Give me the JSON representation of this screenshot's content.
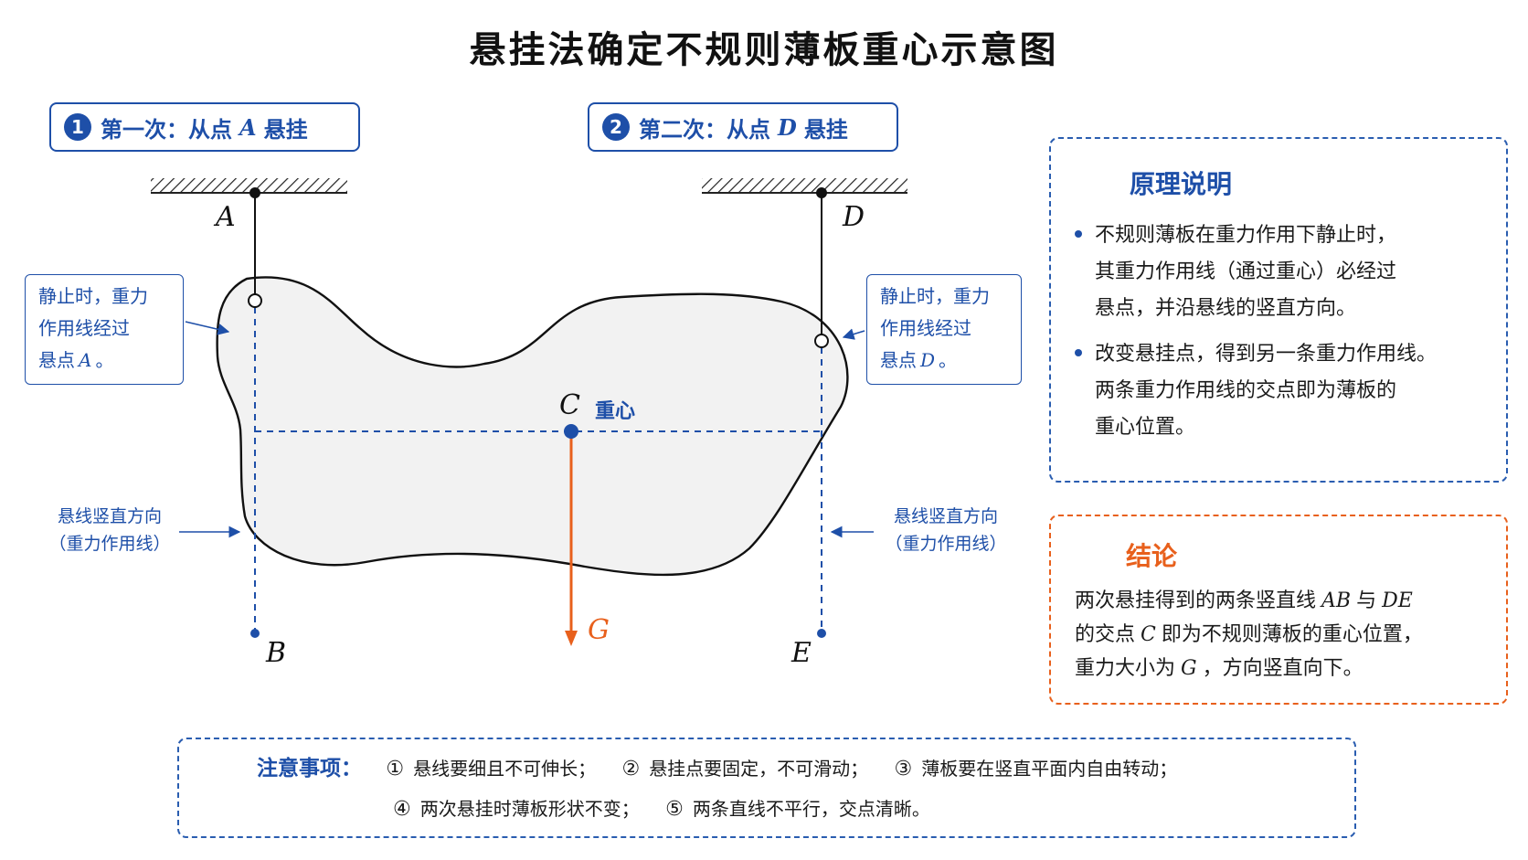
{
  "title": "悬挂法确定不规则薄板重心示意图",
  "steps": [
    {
      "num": "1",
      "text": "第一次：从点",
      "point": "A",
      "suffix": "悬挂"
    },
    {
      "num": "2",
      "text": "第二次：从点",
      "point": "D",
      "suffix": "悬挂"
    }
  ],
  "points": {
    "A": "A",
    "B": "B",
    "C": "C",
    "D": "D",
    "E": "E",
    "G": "G"
  },
  "center_label": "重心",
  "left_note": {
    "line1": "静止时，重力",
    "line2": "作用线经过",
    "line3": "悬点",
    "point": "A",
    "end": "。"
  },
  "right_note": {
    "line1": "静止时，重力",
    "line2": "作用线经过",
    "line3": "悬点",
    "point": "D",
    "end": "。"
  },
  "left_vertical_label": {
    "line1": "悬线竖直方向",
    "line2": "（重力作用线）"
  },
  "right_vertical_label": {
    "line1": "悬线竖直方向",
    "line2": "（重力作用线）"
  },
  "principle": {
    "title": "原理说明",
    "bullets": [
      {
        "lines": [
          "不规则薄板在重力作用下静止时，",
          "其重力作用线（通过重心）必经过",
          "悬点，并沿悬线的竖直方向。"
        ]
      },
      {
        "lines": [
          "改变悬挂点，得到另一条重力作用线。",
          "两条重力作用线的交点即为薄板的",
          "重心位置。"
        ]
      }
    ]
  },
  "conclusion": {
    "title": "结论",
    "l1a": "两次悬挂得到的两条竖直线",
    "l1p1": "AB",
    "l1b": "与",
    "l1p2": "DE",
    "l2a": "的交点",
    "l2p": "C",
    "l2b": "即为不规则薄板的重心位置，",
    "l3a": "重力大小为",
    "l3p": "G",
    "l3b": "，方向竖直向下。"
  },
  "cautions": {
    "title": "注意事项：",
    "items": [
      {
        "num": "①",
        "text": "悬线要细且不可伸长；"
      },
      {
        "num": "②",
        "text": "悬挂点要固定，不可滑动；"
      },
      {
        "num": "③",
        "text": "薄板要在竖直平面内自由转动；"
      },
      {
        "num": "④",
        "text": "两次悬挂时薄板形状不变；"
      },
      {
        "num": "⑤",
        "text": "两条直线不平行，交点清晰。"
      }
    ]
  },
  "colors": {
    "blue": "#1e4fa8",
    "orange": "#e8601c",
    "plate_fill": "#f2f2f2"
  }
}
